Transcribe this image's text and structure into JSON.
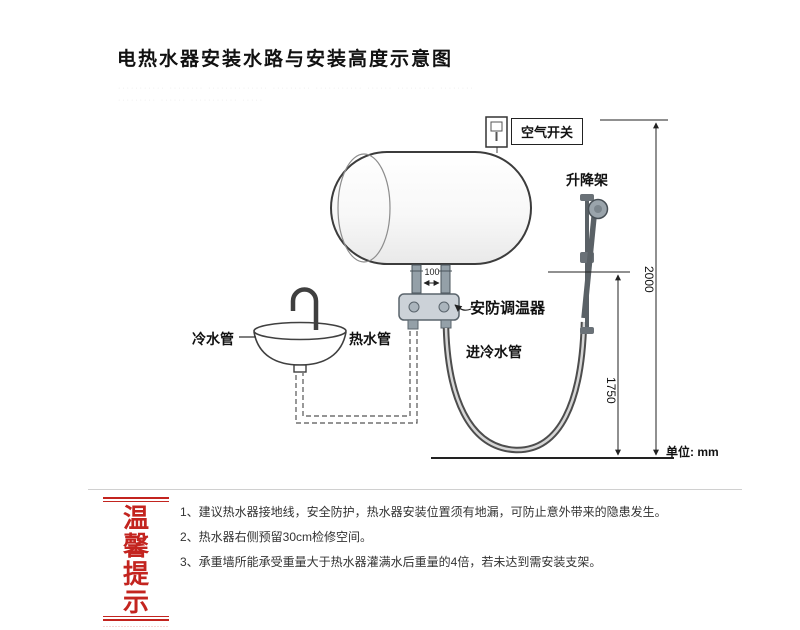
{
  "page": {
    "title": "电热水器安装水路与安装高度示意图",
    "watermark_line1": "··········· ········ ·············· ········· ··········· ······ ········· ········",
    "watermark_line2": "········· ······ ··········· ·····"
  },
  "diagram": {
    "air_switch": "空气开关",
    "lift_rack": "升降架",
    "cold_pipe": "冷水管",
    "hot_pipe": "热水管",
    "inlet_cold_pipe": "进冷水管",
    "thermostat": "安防调温器",
    "dim_between_pipes": "100",
    "dim_total_height": "2000",
    "dim_shower_height": "1750",
    "unit": "单位: mm"
  },
  "tips": {
    "stamp_top": "温馨",
    "stamp_bottom": "提示",
    "stamp_small": "························",
    "items": [
      "1、建议热水器接地线，安全防护，热水器安装位置须有地漏，可防止意外带来的隐患发生。",
      "2、热水器右侧预留30cm检修空间。",
      "3、承重墙所能承受重量大于热水器灌满水后重量的4倍，若未达到需安装支架。"
    ]
  },
  "colors": {
    "stamp_red": "#c3241f",
    "line_dark": "#222222",
    "valve_gray": "#ccd2d8"
  }
}
